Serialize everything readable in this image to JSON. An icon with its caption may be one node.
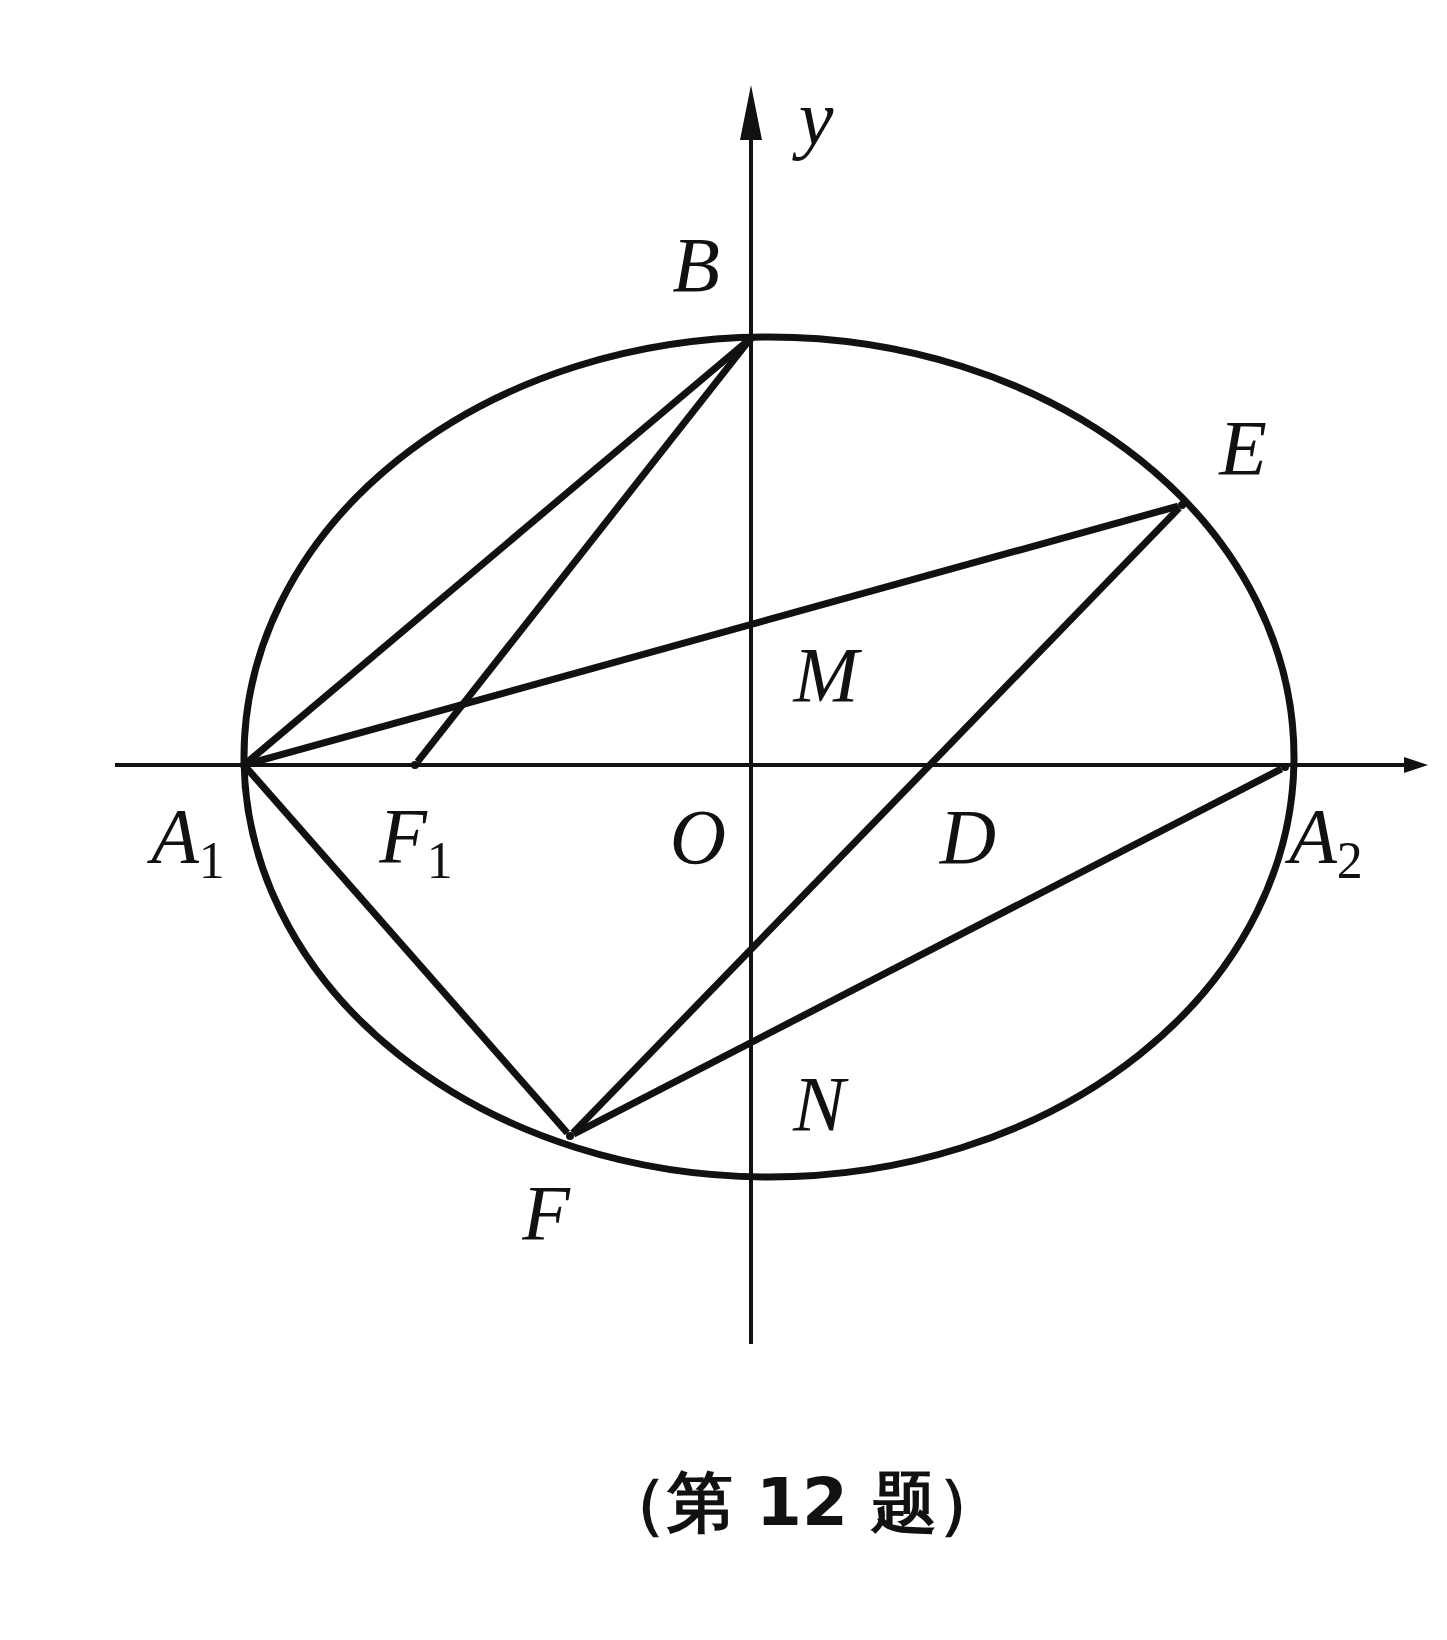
{
  "diagram": {
    "caption": "（第 12 题）",
    "nodes": [
      {
        "text": [],
        "shape": "point",
        "beside": [
          "*A*$_{1}$"
        ]
      },
      {
        "text": [],
        "shape": "point",
        "beside": [
          "B"
        ]
      },
      {
        "text": [],
        "shape": "point",
        "beside": [
          "E"
        ]
      },
      {
        "text": [],
        "shape": "point",
        "beside": [
          "*F*$_{1}$"
        ]
      },
      {
        "text": [],
        "shape": "point",
        "beside": [
          "*A*$_{2}$"
        ]
      },
      {
        "text": [],
        "shape": "point",
        "beside": [
          "F"
        ]
      }
    ],
    "edges": [
      {
        "from": 0,
        "to": 1,
        "arrow": "none"
      },
      {
        "from": 3,
        "to": 1,
        "arrow": "none"
      },
      {
        "from": 0,
        "to": 2,
        "arrow": "none"
      },
      {
        "from": 5,
        "to": 2,
        "arrow": "none"
      },
      {
        "from": 0,
        "to": 5,
        "arrow": "none"
      },
      {
        "from": 5,
        "to": 4,
        "arrow": "none"
      }
    ],
    "labels": [
      "y",
      "M",
      "O",
      "D",
      "N"
    ]
  }
}
